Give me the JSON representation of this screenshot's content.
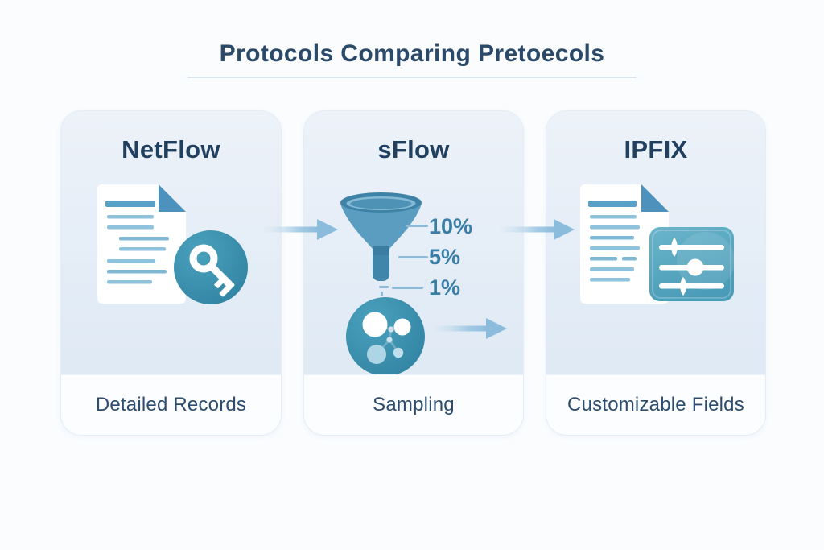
{
  "title": "Protocols Comparing Pretoecols",
  "cards": [
    {
      "id": "netflow",
      "title": "NetFlow",
      "caption": "Detailed Records",
      "icons": [
        "document-icon",
        "key-icon"
      ]
    },
    {
      "id": "sflow",
      "title": "sFlow",
      "caption": "Sampling",
      "rates": [
        "10%",
        "5%",
        "1%"
      ],
      "icons": [
        "funnel-icon",
        "network-nodes-icon",
        "arrow-right-icon"
      ]
    },
    {
      "id": "ipfix",
      "title": "IPFIX",
      "caption": "Customizable Fields",
      "icons": [
        "document-icon",
        "sliders-icon"
      ]
    }
  ],
  "colors": {
    "background": "#fafcfe",
    "card_top": "#edf2f9",
    "card_bottom": "#dde8f3",
    "title_navy": "#2b4968",
    "card_title_navy": "#21405f",
    "caption_navy": "#2d4d6e",
    "rate_blue": "#3a7ea6",
    "icon_teal": "#3790ae",
    "arrow_blue": "#8cbcdc",
    "doc_line_blue": "#8fc2dd"
  }
}
